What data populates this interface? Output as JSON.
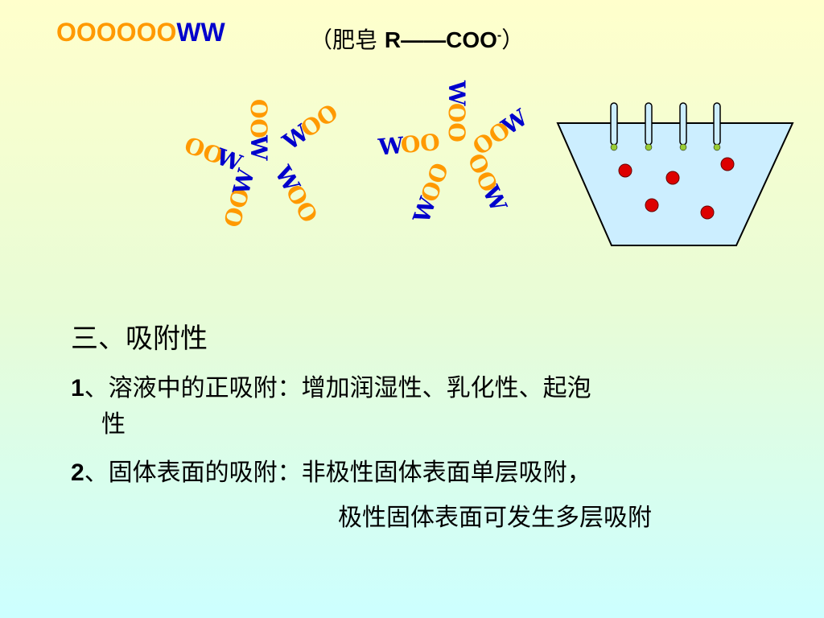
{
  "header": {
    "o_part": "OOOOOO",
    "w_part": "WW",
    "formula_open": "（肥皂  ",
    "formula_r": "R——COO",
    "formula_sup": "-",
    "formula_close": "）"
  },
  "diagram": {
    "molecule_label": "OOW",
    "colors": {
      "head": "#0000cc",
      "tail": "#ff9900",
      "water": "#cceeff",
      "particle": "#dd0000",
      "tip": "#99cc33"
    }
  },
  "section": {
    "heading": "三、吸附性",
    "item1_num": "1",
    "item1_text": "、溶液中的正吸附：增加润湿性、乳化性、起泡",
    "item1_cont": "性",
    "item2_num": "2",
    "item2_text": "、固体表面的吸附：非极性固体表面单层吸附，",
    "item2_cont": "极性固体表面可发生多层吸附"
  }
}
